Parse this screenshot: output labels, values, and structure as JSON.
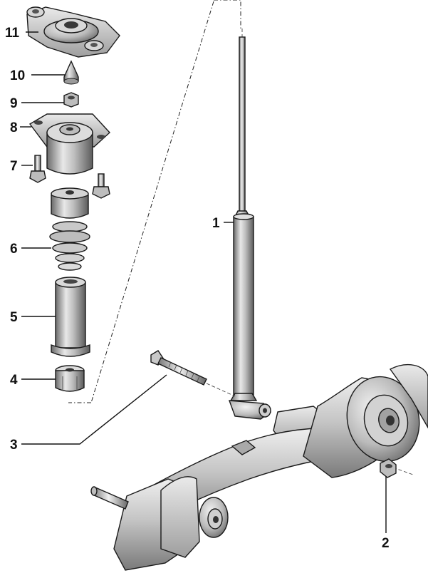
{
  "callouts": {
    "c1": "1",
    "c2": "2",
    "c3": "3",
    "c4": "4",
    "c5": "5",
    "c6": "6",
    "c7": "7",
    "c8": "8",
    "c9": "9",
    "c10": "10",
    "c11": "11"
  },
  "colors": {
    "ink": "#1a1a1a",
    "metal_light": "#e4e4e4",
    "metal_mid": "#b9b9b9",
    "metal_dark": "#6f6f6f"
  }
}
